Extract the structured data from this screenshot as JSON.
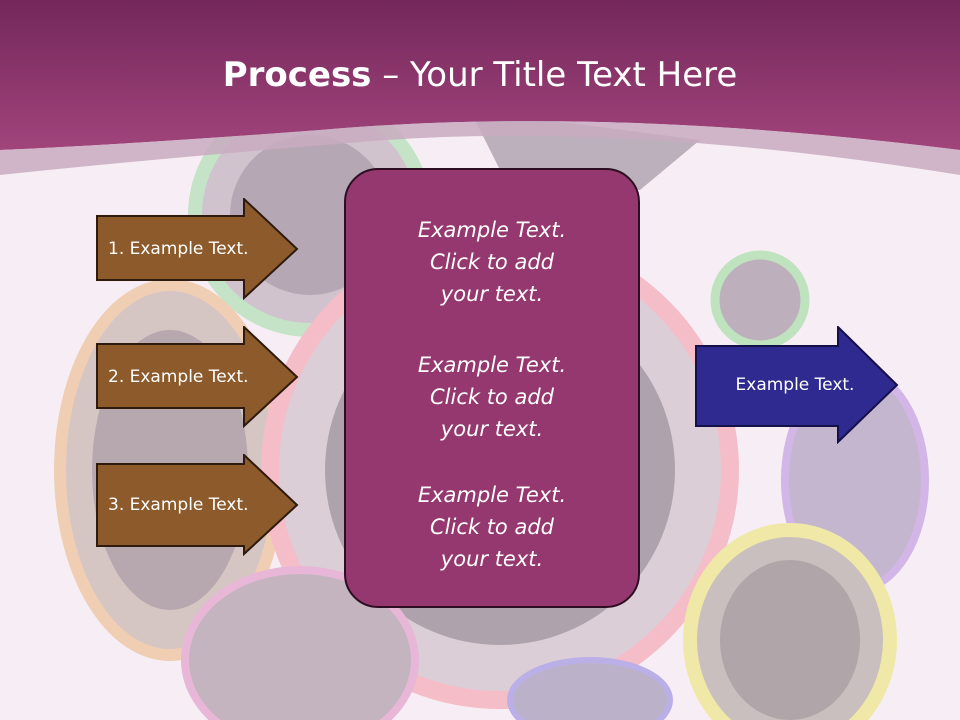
{
  "slide": {
    "title_bold": "Process",
    "title_rest": " – Your Title Text Here",
    "left_arrows": [
      {
        "label": "1. Example Text."
      },
      {
        "label": "2. Example Text."
      },
      {
        "label": "3. Example Text."
      }
    ],
    "center_blocks": [
      {
        "lines": [
          "Example Text.",
          "Click  to add",
          "your text."
        ]
      },
      {
        "lines": [
          "Example Text.",
          "Click  to add",
          "your text."
        ]
      },
      {
        "lines": [
          "Example Text.",
          "Click  to add",
          "your text."
        ]
      }
    ],
    "right_arrow": {
      "label": "Example Text."
    }
  },
  "colors": {
    "header": "#8a3468",
    "left_arrow_fill": "#8c5a2b",
    "center_box_fill": "#94386f",
    "right_arrow_fill": "#2f2a8f"
  }
}
